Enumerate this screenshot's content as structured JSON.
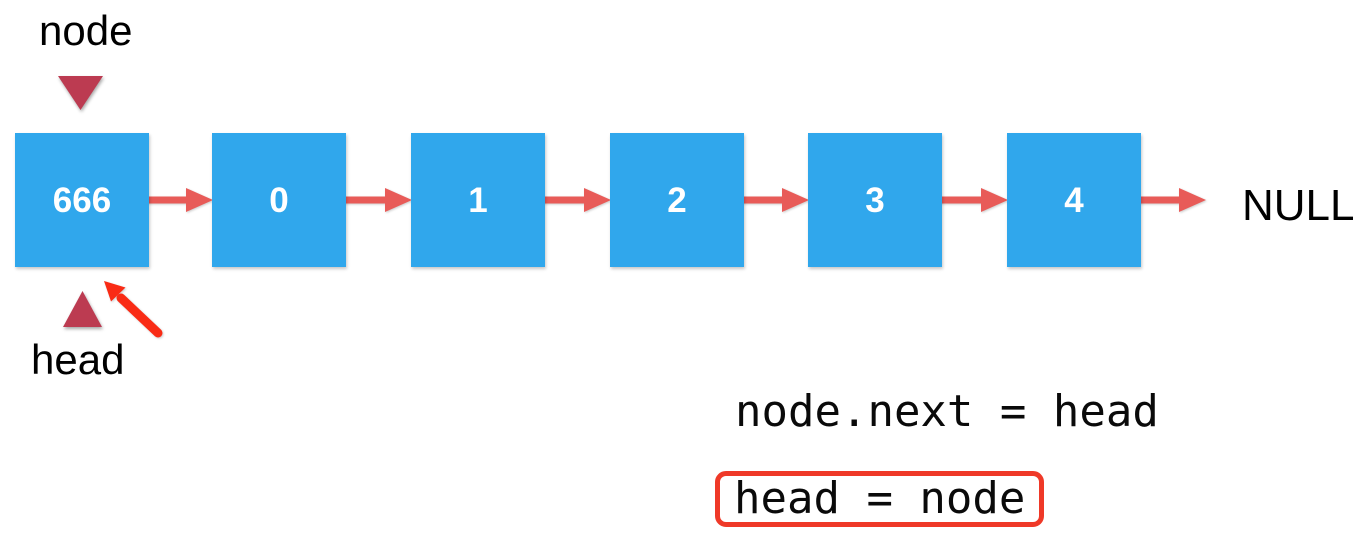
{
  "pointers": {
    "node_label": "node",
    "head_label": "head"
  },
  "list": {
    "nodes": [
      {
        "value": "666"
      },
      {
        "value": "0"
      },
      {
        "value": "1"
      },
      {
        "value": "2"
      },
      {
        "value": "3"
      },
      {
        "value": "4"
      }
    ],
    "terminator": "NULL"
  },
  "code": {
    "line1": "node.next = head",
    "line2": "head = node"
  },
  "colors": {
    "background": "#FFFFFF",
    "node_fill": "#30A7EC",
    "node_value_text": "#FFFFFF",
    "link_arrow": "#E85B58",
    "pointer_triangle": "#BC3B51",
    "reassign_arrow": "#F92B15",
    "code_highlight_border": "#EF3928",
    "label_text": "#000000"
  }
}
